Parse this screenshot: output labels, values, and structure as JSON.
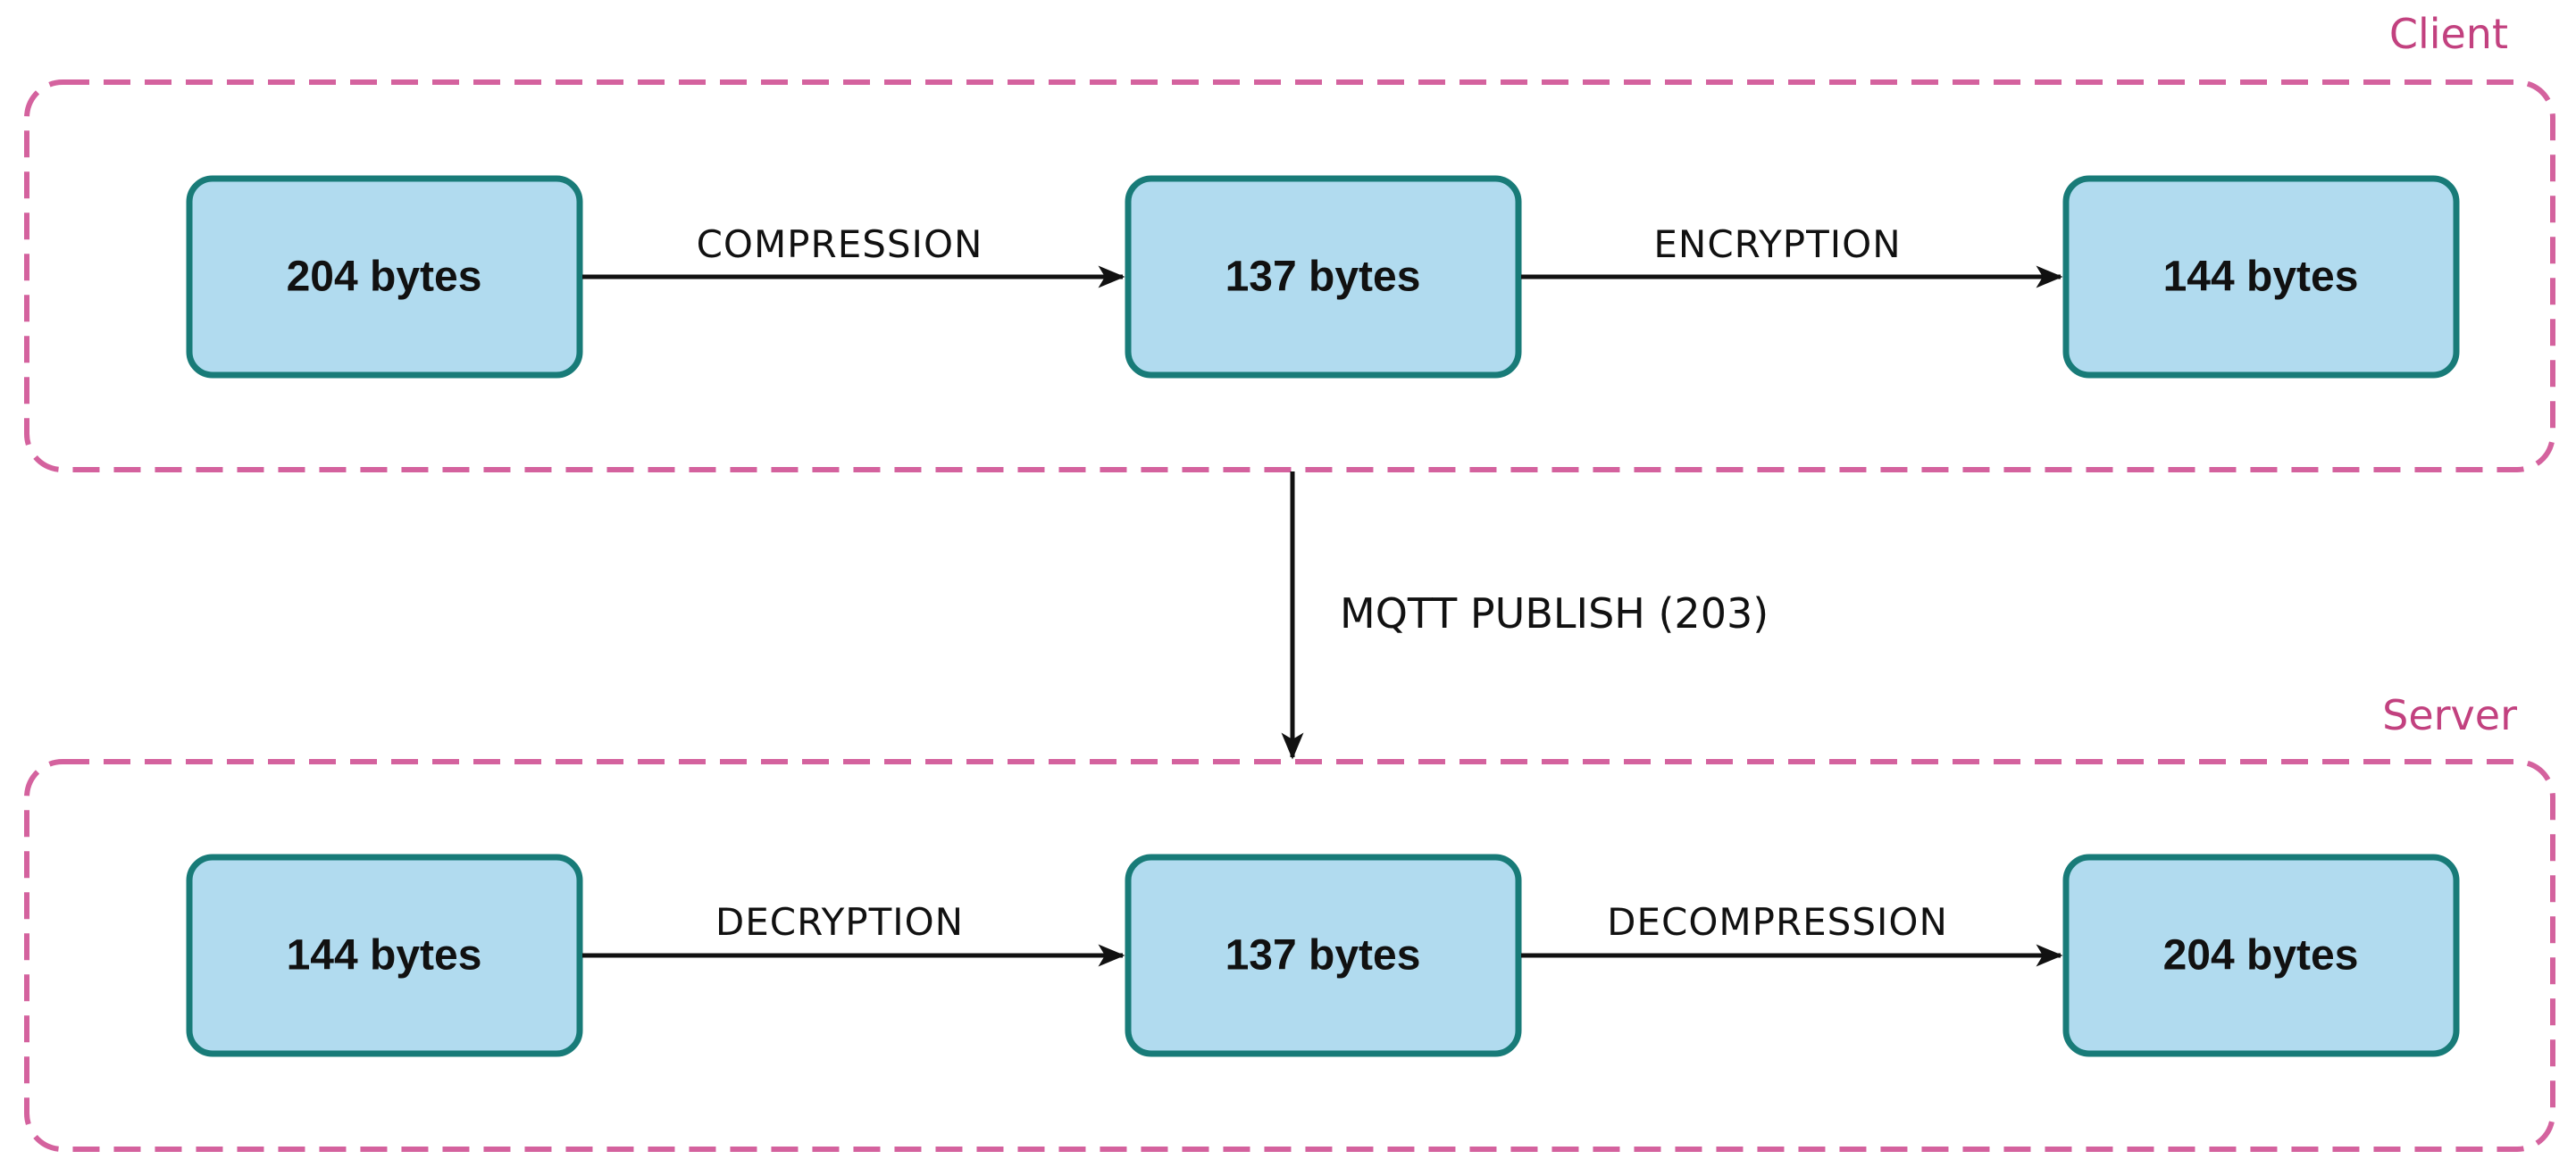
{
  "groups": {
    "client": {
      "label": "Client"
    },
    "server": {
      "label": "Server"
    }
  },
  "client_nodes": [
    {
      "label": "204 bytes"
    },
    {
      "label": "137 bytes"
    },
    {
      "label": "144 bytes"
    }
  ],
  "client_edges": [
    {
      "label": "COMPRESSION"
    },
    {
      "label": "ENCRYPTION"
    }
  ],
  "transfer": {
    "label": "MQTT PUBLISH (203)"
  },
  "server_nodes": [
    {
      "label": "144 bytes"
    },
    {
      "label": "137 bytes"
    },
    {
      "label": "204 bytes"
    }
  ],
  "server_edges": [
    {
      "label": "DECRYPTION"
    },
    {
      "label": "DECOMPRESSION"
    }
  ],
  "colors": {
    "group_border": "#d4629e",
    "group_label": "#c2417f",
    "node_fill": "#b1dbef",
    "node_border": "#187b78",
    "arrow": "#111111"
  }
}
